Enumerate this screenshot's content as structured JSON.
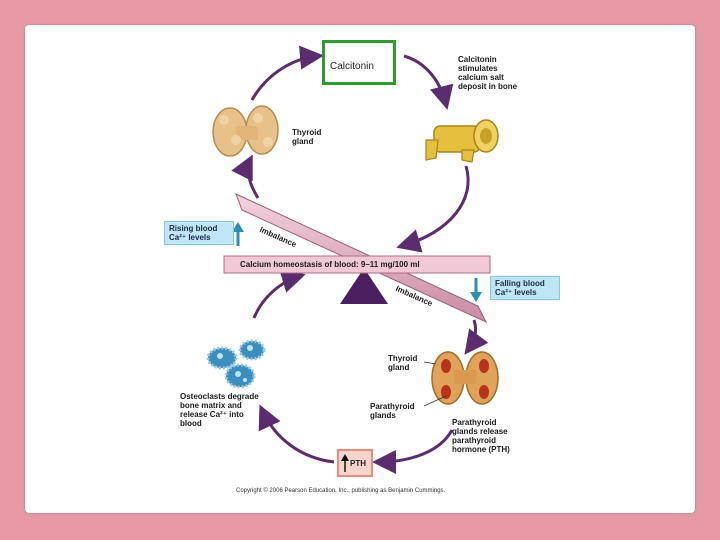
{
  "calcitonin_box": {
    "label": "Calcitonin"
  },
  "calcitonin_effect": {
    "text": "Calcitonin stimulates calcium salt deposit in bone"
  },
  "thyroid_top": {
    "text": "Thyroid gland"
  },
  "rising": {
    "text": "Rising blood Ca²⁺ levels"
  },
  "falling": {
    "text": "Falling blood Ca²⁺ levels"
  },
  "imbalance_top": {
    "text": "Imbalance"
  },
  "imbalance_bottom": {
    "text": "Imbalance"
  },
  "homeostasis": {
    "text": "Calcium homeostasis of blood: 9–11 mg/100 ml"
  },
  "thyroid_bottom": {
    "text": "Thyroid gland"
  },
  "parathyroid": {
    "text": "Parathyroid glands"
  },
  "parathyroid_release": {
    "text": "Parathyroid glands release parathyroid hormone (PTH)"
  },
  "osteoclasts": {
    "text": "Osteoclasts degrade bone matrix and release Ca²⁺ into blood"
  },
  "pth_box": {
    "label": "PTH"
  },
  "copyright": {
    "text": "Copyright © 2006 Pearson Education, Inc., publishing as Benjamin Cummings."
  },
  "colors": {
    "background": "#e59aa3",
    "cycle_arrow": "#5c2d6e",
    "calcitonin_border": "#2f9b2f",
    "pth_fill": "#f8d4cc",
    "level_box": "#bfe6f4",
    "up_down_arrow": "#2a8fb0"
  }
}
